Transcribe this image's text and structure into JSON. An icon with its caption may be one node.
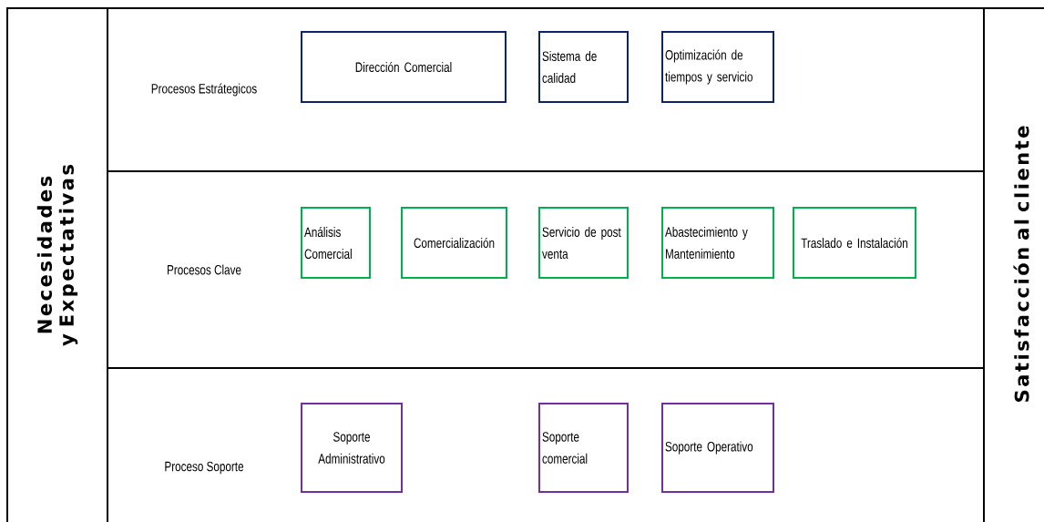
{
  "diagram": {
    "nodes": [
      {
        "text": [
          "Necesidades y Expectativas"
        ]
      },
      {
        "text": [
          "Procesos Estrátegicos"
        ]
      },
      {
        "text": [
          "Dirección Comercial"
        ],
        "in": 1
      },
      {
        "text": [
          "Sistema de calidad"
        ],
        "in": 1
      },
      {
        "text": [
          "Optimización de tiempos y servicio"
        ],
        "in": 1
      },
      {
        "text": [
          "Procesos Clave"
        ]
      },
      {
        "text": [
          "Análisis Comercial"
        ],
        "in": 5
      },
      {
        "text": [
          "Comercialización"
        ],
        "in": 5
      },
      {
        "text": [
          "Servicio de post venta"
        ],
        "in": 5
      },
      {
        "text": [
          "Abastecimiento y Mantenimiento"
        ],
        "in": 5
      },
      {
        "text": [
          "Traslado e Instalación"
        ],
        "in": 5
      },
      {
        "text": [
          "Proceso Soporte"
        ]
      },
      {
        "text": [
          "Soporte Administrativo"
        ],
        "in": 11
      },
      {
        "text": [
          "Soporte comercial"
        ],
        "in": 11
      },
      {
        "text": [
          "Soporte Operativo"
        ],
        "in": 11
      },
      {
        "text": [
          "Satisfacción al cliente"
        ]
      }
    ],
    "edges": []
  }
}
